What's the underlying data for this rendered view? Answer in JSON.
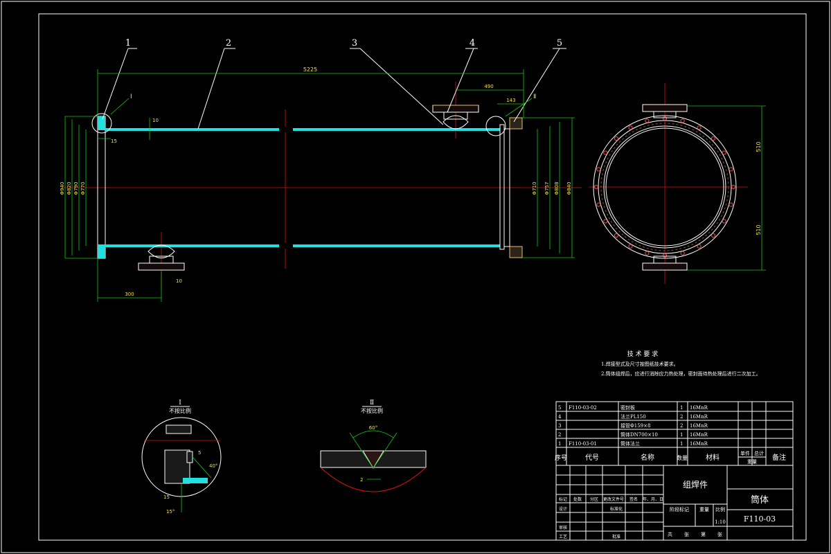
{
  "balloons": [
    "1",
    "2",
    "3",
    "4",
    "5"
  ],
  "dimensions": {
    "overall_length": "5225",
    "wall": "10",
    "left_offset": "15",
    "nozzle_spacing": "490",
    "right_offset": "143",
    "bottom_nozzle": "300",
    "right_height_top": "510",
    "right_height_bottom": "510",
    "left_diameters": [
      "Φ940",
      "Φ820",
      "Φ790",
      "Φ770"
    ],
    "right_diameters": [
      "Φ710",
      "Φ757",
      "Φ808",
      "Φ840"
    ],
    "nozzle_label": "Ⅰ",
    "detail_small": "10"
  },
  "detail_marks": {
    "left": "Ⅰ",
    "right": "Ⅱ"
  },
  "details": [
    {
      "title": "Ⅰ",
      "note": "不按比例",
      "labels": [
        "40°",
        "5",
        "15",
        "15°"
      ]
    },
    {
      "title": "Ⅱ",
      "note": "不按比例",
      "labels": [
        "60°",
        "2"
      ]
    }
  ],
  "tech_requirements": {
    "title": "技 术 要 求",
    "items": [
      "1.焊接型式及尺寸按图纸技术要求。",
      "2.筒体组焊后，应进行消除应力热处理，密封面待热处理后进行二次加工。"
    ]
  },
  "bom": {
    "rows": [
      {
        "no": "5",
        "code": "F110-03-02",
        "name": "密封板",
        "qty": "1",
        "material": "16MnR"
      },
      {
        "no": "4",
        "code": "",
        "name": "法兰PL150",
        "qty": "2",
        "material": "16MnR"
      },
      {
        "no": "3",
        "code": "",
        "name": "接管Φ159×8",
        "qty": "2",
        "material": "16MnR"
      },
      {
        "no": "2",
        "code": "",
        "name": "筒体DN700×10",
        "qty": "1",
        "material": "16MnR"
      },
      {
        "no": "1",
        "code": "F110-03-01",
        "name": "筒体法兰",
        "qty": "1",
        "material": "16MnR"
      }
    ],
    "headers": {
      "no": "序号",
      "code": "代号",
      "name": "名称",
      "qty": "数量",
      "material": "材料",
      "single": "单件",
      "total": "总计",
      "weight": "重量",
      "remark": "备注"
    }
  },
  "title_block": {
    "assembly": "组焊件",
    "drawing_name": "筒体",
    "drawing_no": "F110-03",
    "scale_label": "比例",
    "scale": "1:10",
    "weight_label": "重量",
    "stage_label": "阶段标记",
    "sheets": [
      "共",
      "张",
      "第",
      "张"
    ],
    "rev_cols": [
      "标记",
      "处数",
      "分区",
      "更改文件号",
      "签名",
      "年、月、日"
    ],
    "roles": [
      "设计",
      "审核",
      "工艺"
    ],
    "role_right": [
      "标准化",
      "批准"
    ]
  },
  "colors": {
    "frame": "#ffffff",
    "dimension": "#16c916",
    "centerline": "#e01010",
    "shell": "#20e0e0",
    "text": "#f0e14a"
  }
}
